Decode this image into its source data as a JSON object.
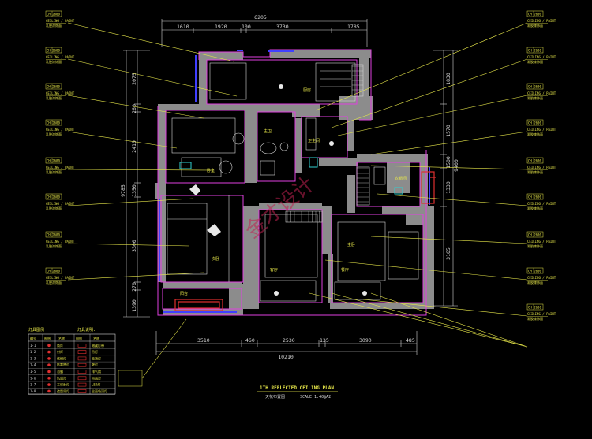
{
  "colors": {
    "background": "#000000",
    "wall": "#8c8c8c",
    "outline_magenta": "#e040e0",
    "annotation_yellow": "#e8e84a",
    "dim_white": "#d8d8d8",
    "window_blue": "#4040ff",
    "accent_red": "#e03030",
    "fixture_cyan": "#30d0d0"
  },
  "dimensions": {
    "top_total": "6205",
    "top_segments": [
      "1610",
      "1920",
      "100",
      "3730",
      "1785"
    ],
    "bottom_total": "10210",
    "bottom_segments": [
      "3510",
      "460",
      "2530",
      "135",
      "3090",
      "485"
    ],
    "left_total": "9785",
    "left_segments": [
      "2075",
      "260",
      "2410",
      "1350",
      "3300",
      "270",
      "1390"
    ],
    "right_total": "9400",
    "right_segments": [
      "1830",
      "1570",
      "1500",
      "1330",
      "3165"
    ]
  },
  "callout": {
    "code": "CH 2600",
    "line1": "CEILING / PAINT",
    "line2": "乳胶漆饰面"
  },
  "callouts_left_count": 8,
  "callouts_right_count": 9,
  "room_labels": [
    "卧室",
    "主卫",
    "厨房",
    "客厅",
    "餐厅",
    "次卧",
    "主卧",
    "衣帽间",
    "阳台",
    "卫生间"
  ],
  "legend": {
    "title": "灯具图例",
    "subtitle": "灯具说明:",
    "headers": [
      "编号",
      "图例",
      "名称",
      "图例",
      "名称"
    ],
    "rows": [
      [
        "1-1",
        "筒灯",
        "暗藏灯带"
      ],
      [
        "1-2",
        "射灯",
        "吊灯"
      ],
      [
        "1-3",
        "格栅灯",
        "吸顶灯"
      ],
      [
        "1-4",
        "防雾筒灯",
        "壁灯"
      ],
      [
        "1-5",
        "浴霸",
        "排气扇"
      ],
      [
        "1-6",
        "轨道灯",
        "吊扇灯"
      ],
      [
        "1-7",
        "工程射灯",
        "LED灯"
      ],
      [
        "1-8",
        "造型吊灯",
        "全面吸顶灯"
      ]
    ]
  },
  "title_block": {
    "title": "1TH REFLECTED CEILING PLAN",
    "subtitle": "天花布置图",
    "scale": "SCALE 1:40@A2"
  },
  "watermark": "金才设计"
}
